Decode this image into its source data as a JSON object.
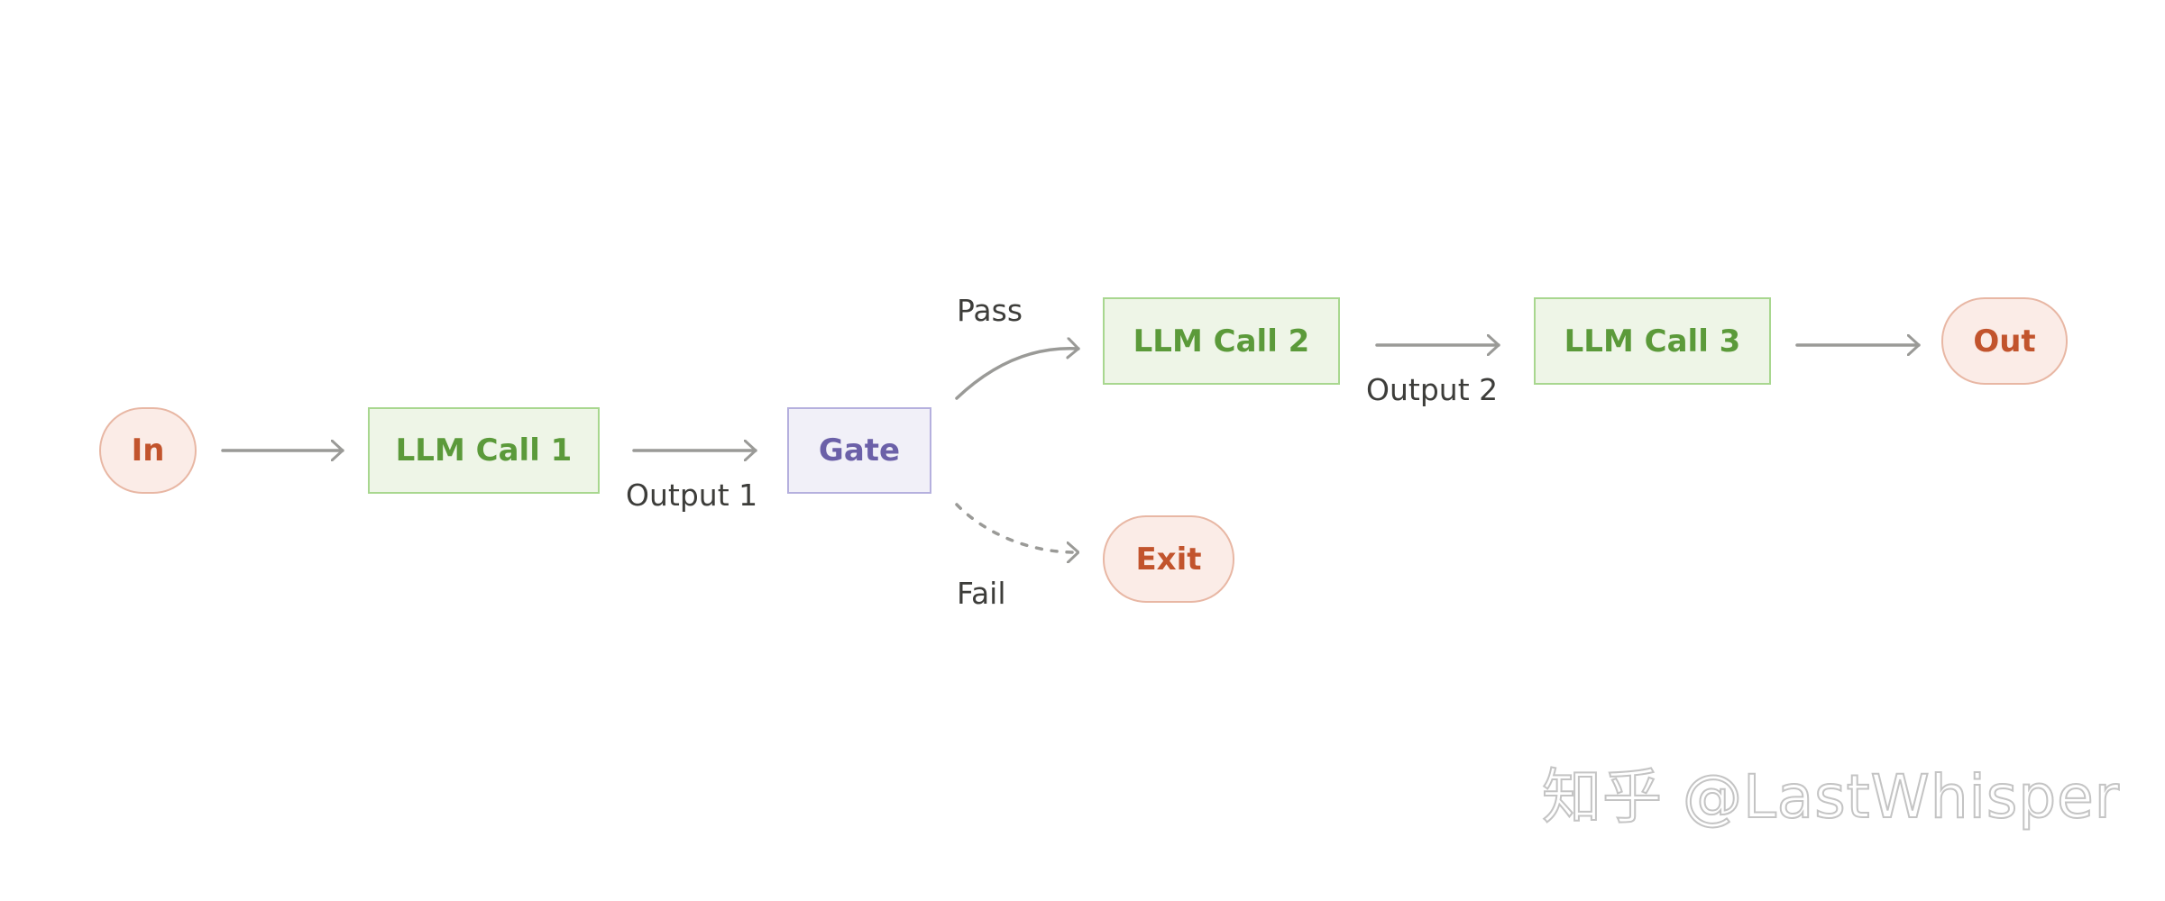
{
  "nodes": {
    "in": "In",
    "llm_call_1": "LLM Call 1",
    "gate": "Gate",
    "llm_call_2": "LLM Call 2",
    "llm_call_3": "LLM Call 3",
    "out": "Out",
    "exit": "Exit"
  },
  "edge_labels": {
    "output_1": "Output 1",
    "pass": "Pass",
    "fail": "Fail",
    "output_2": "Output 2"
  },
  "colors": {
    "terminal_fill": "#fbece7",
    "terminal_border": "#e8b7a4",
    "terminal_text": "#c2542d",
    "llm_fill": "#eef5e7",
    "llm_border": "#a8d78f",
    "llm_text": "#5b9a3a",
    "gate_fill": "#f1f0f8",
    "gate_border": "#b5b0de",
    "gate_text": "#6b60a8",
    "arrow": "#9a9a97"
  },
  "watermark": "知乎 @LastWhisper"
}
